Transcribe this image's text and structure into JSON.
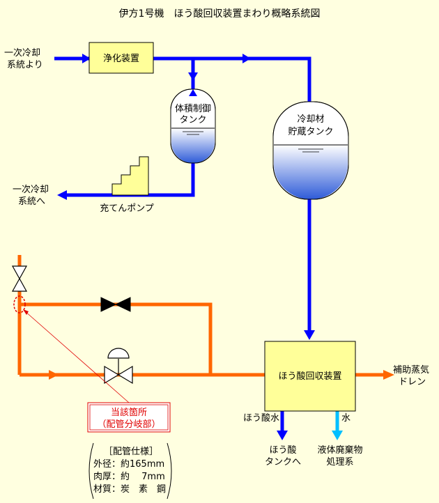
{
  "title": "伊方1号機　ほう酸回収装置まわり概略系統図",
  "labels": {
    "from_primary_1": "一次冷却",
    "from_primary_2": "系統より",
    "purifier": "浄化装置",
    "vct_1": "体積制御",
    "vct_2": "タンク",
    "hold_tank_1": "冷却材",
    "hold_tank_2": "貯蔵タンク",
    "to_primary_1": "一次冷却",
    "to_primary_2": "系統へ",
    "charging_pump": "充てんポンプ",
    "recovery_unit": "ほう酸回収装置",
    "steam_drain_1": "補助蒸気",
    "steam_drain_2": "ドレン",
    "boric_water": "ほう酸水",
    "water": "水",
    "boric_tank_1": "ほう酸",
    "boric_tank_2": "タンクへ",
    "liquid_waste_1": "液体廃棄物",
    "liquid_waste_2": "処理系",
    "location_1": "当該箇所",
    "location_2": "（配管分岐部）",
    "spec_title": "［配管仕様］",
    "spec_od": "外径：約165mm",
    "spec_thk": "肉厚：約　 7mm",
    "spec_mat": "材質：炭　素　鋼"
  },
  "colors": {
    "background": "#FFFFE0",
    "coolant_line": "#0000FF",
    "steam_line": "#FF6600",
    "water_line": "#00BFFF",
    "equipment_box": "#FFFF99",
    "highlight": "#E00000"
  }
}
